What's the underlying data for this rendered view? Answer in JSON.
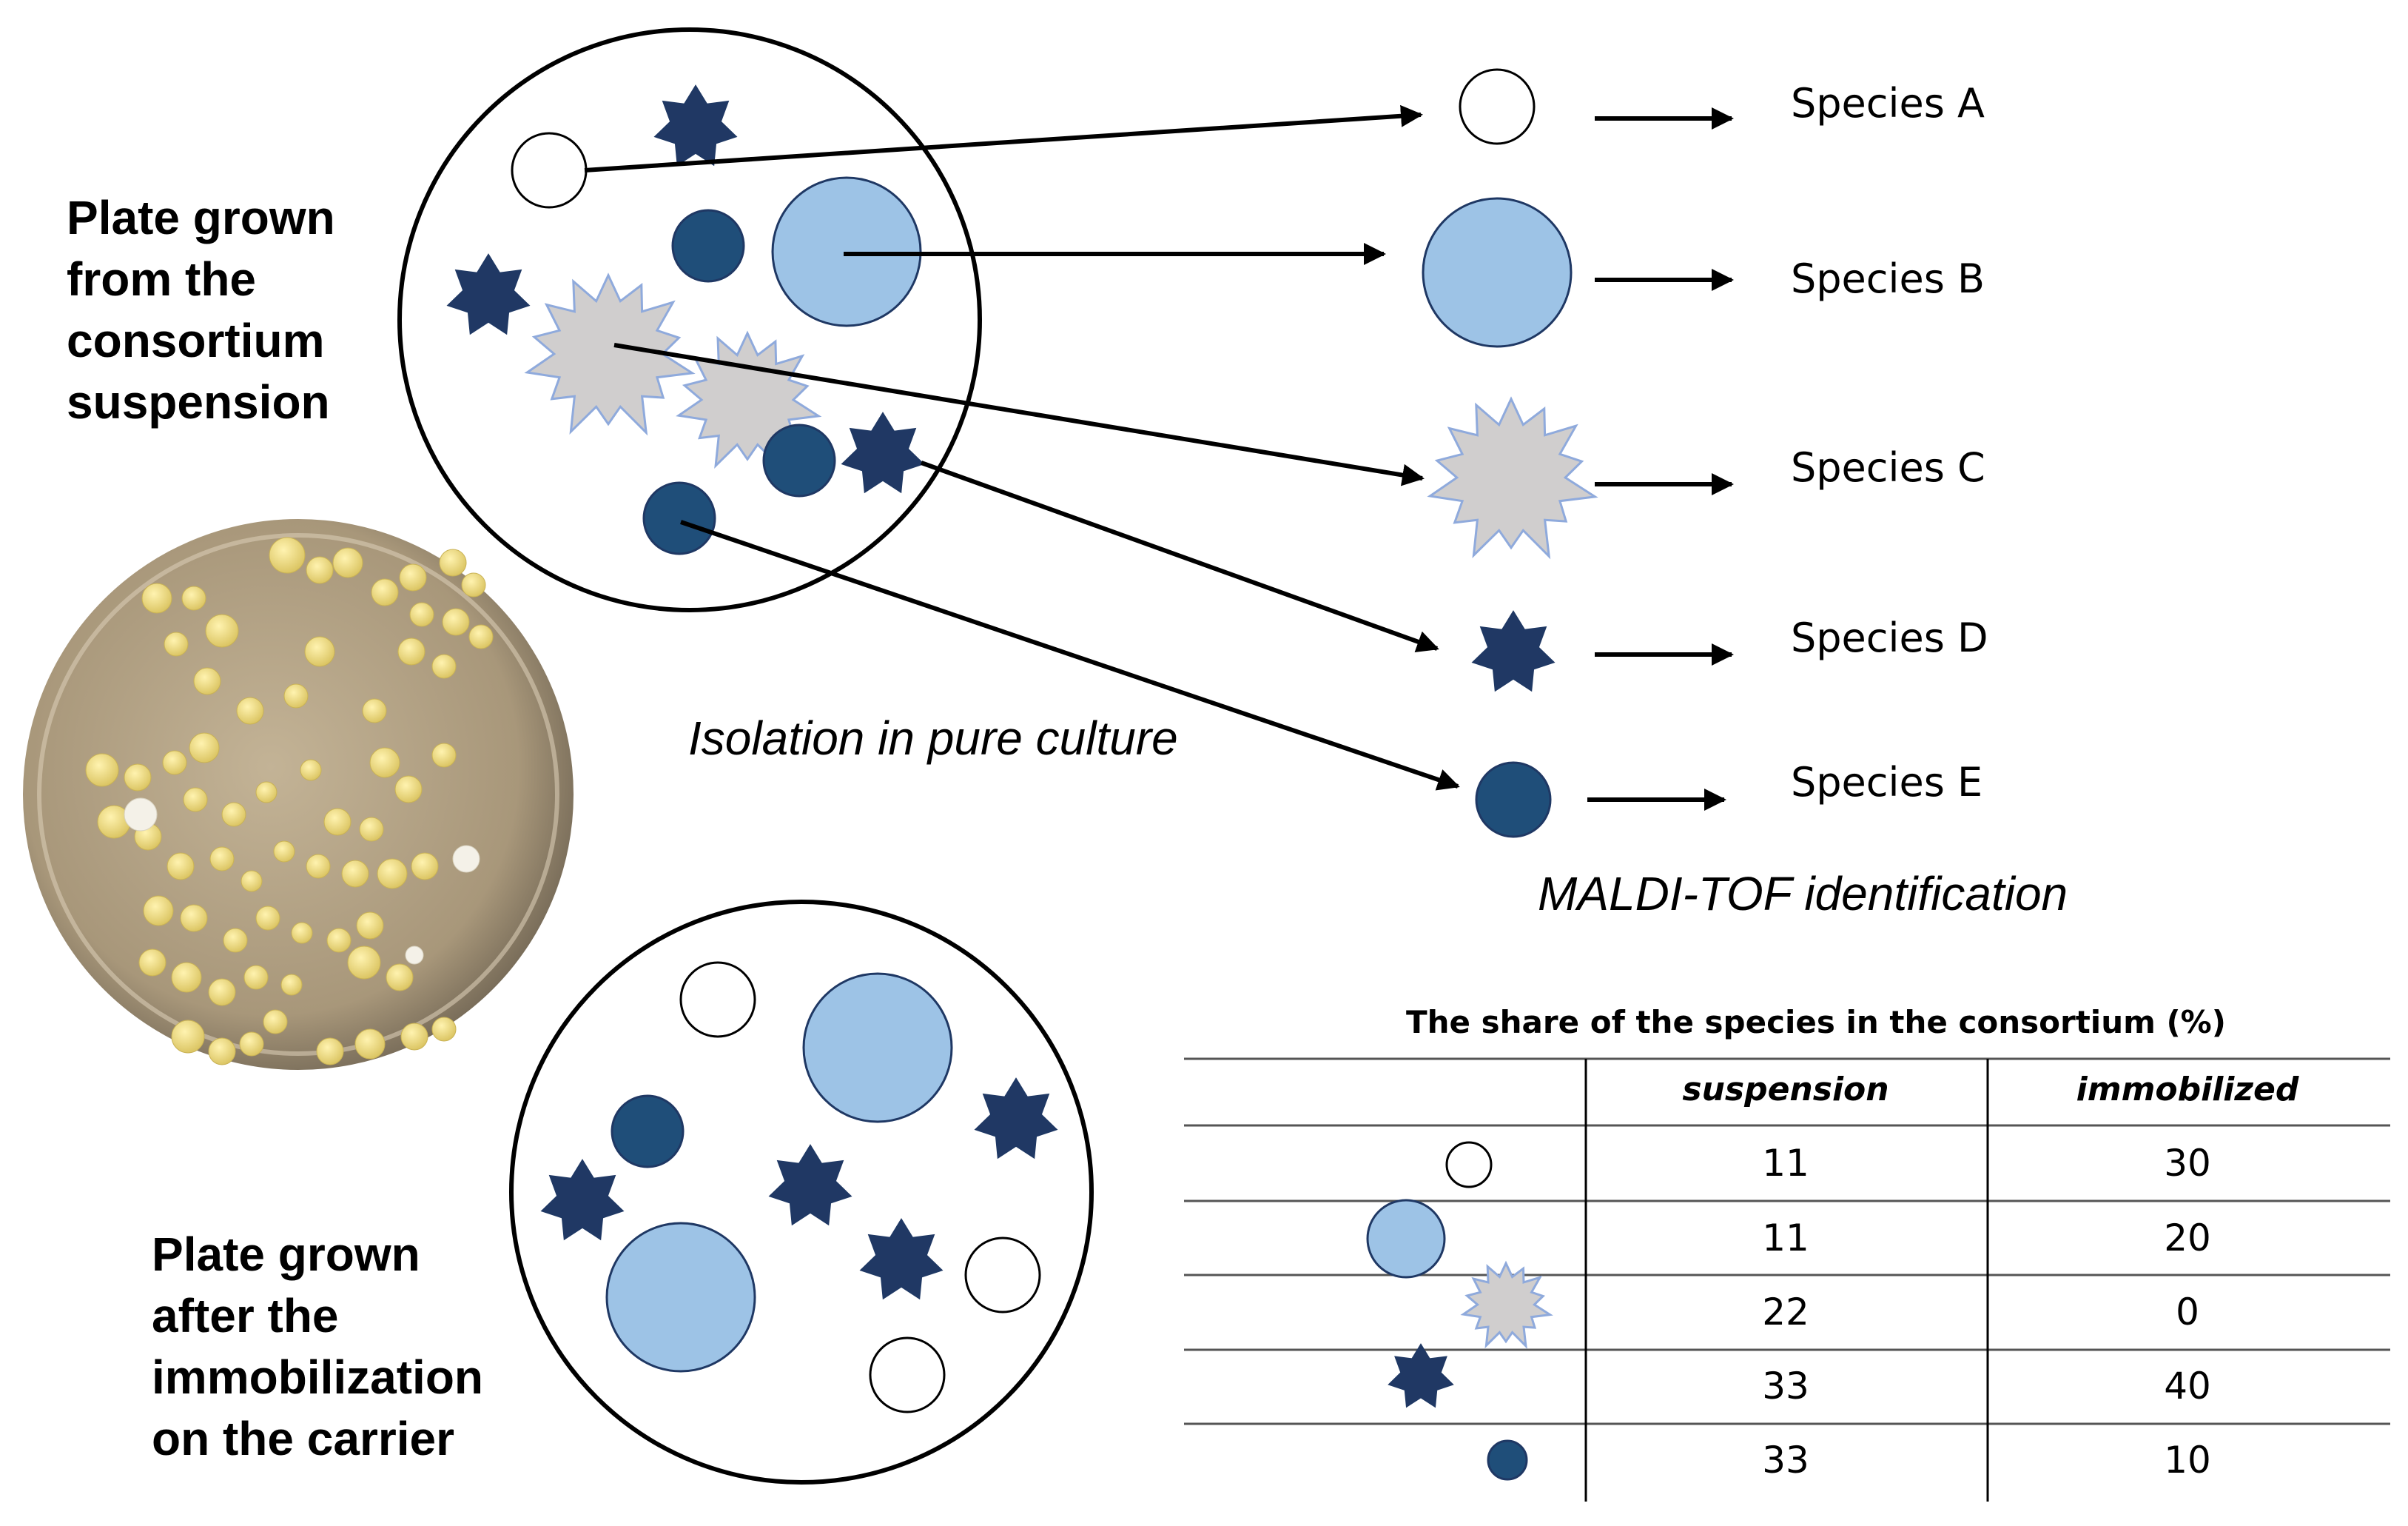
{
  "labels": {
    "plate_suspension": [
      "Plate grown",
      "from the",
      "consortium",
      "suspension"
    ],
    "plate_immobilized": [
      "Plate grown",
      "after the",
      "immobilization",
      "on the carrier"
    ],
    "isolation": "Isolation in pure culture",
    "maldi": "MALDI-TOF identification"
  },
  "species": [
    {
      "name": "Species A",
      "shape": "circle-white"
    },
    {
      "name": "Species B",
      "shape": "circle-lightblue"
    },
    {
      "name": "Species C",
      "shape": "starburst-gray"
    },
    {
      "name": "Species D",
      "shape": "star-navy"
    },
    {
      "name": "Species E",
      "shape": "circle-navy"
    }
  ],
  "table": {
    "title": "The share of the species in the consortium (%)",
    "headers": [
      "",
      "suspension",
      "immobilized"
    ],
    "rows": [
      {
        "species": "Species A",
        "suspension": "11",
        "immobilized": "30"
      },
      {
        "species": "Species B",
        "suspension": "11",
        "immobilized": "20"
      },
      {
        "species": "Species C",
        "suspension": "22",
        "immobilized": "0"
      },
      {
        "species": "Species D",
        "suspension": "33",
        "immobilized": "40"
      },
      {
        "species": "Species E",
        "suspension": "33",
        "immobilized": "10"
      }
    ]
  },
  "colors": {
    "white_fill": "#ffffff",
    "light_blue": "#9dc3e6",
    "navy": "#1f4e79",
    "star_navy": "#203864",
    "gray": "#d0cece",
    "gray_outline": "#8faadc",
    "dish_tan": "#b5a487",
    "colony_yellow": "#eedc7e"
  }
}
